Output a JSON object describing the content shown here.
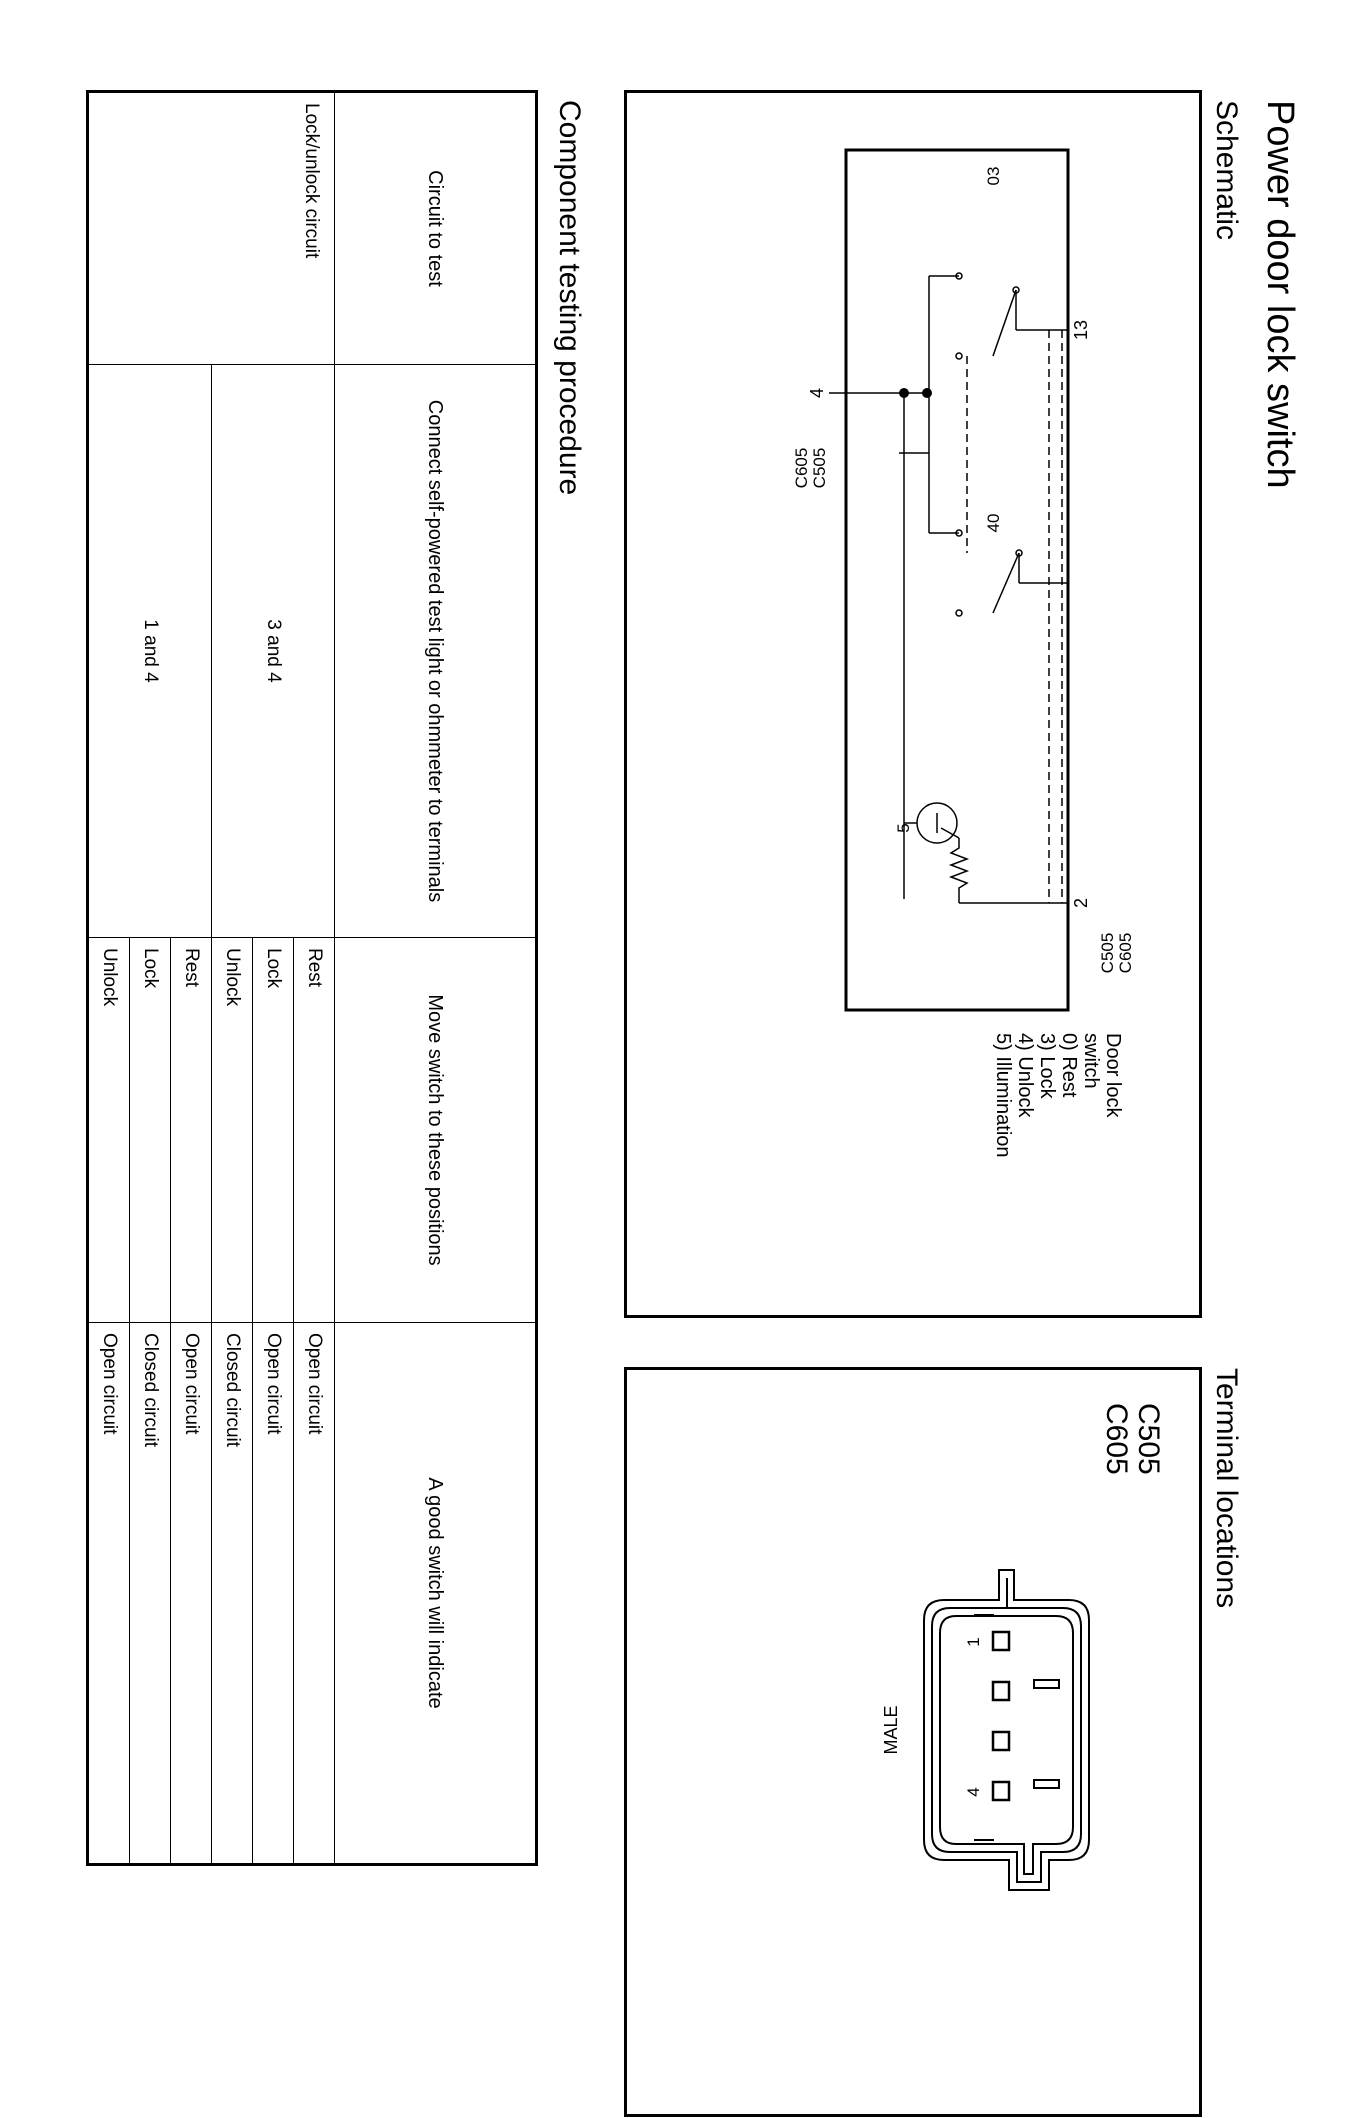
{
  "page": {
    "title": "Power door lock switch"
  },
  "schematic": {
    "heading": "Schematic",
    "terminal_13": "13",
    "terminal_2": "2",
    "terminal_4": "4",
    "label_03": "03",
    "label_40": "40",
    "label_5": "5",
    "conn_top_1": "C605",
    "conn_top_2": "C505",
    "conn_left_1": "C505",
    "conn_left_2": "C605",
    "legend": {
      "line1": "Door lock",
      "line2": "switch",
      "line3": "0)  Rest",
      "line4": "3)  Lock",
      "line5": "4)  Unlock",
      "line6": "5)  Illumination"
    }
  },
  "terminal_locations": {
    "heading": "Terminal locations",
    "connector_1": "C505",
    "connector_2": "C605",
    "pin_1": "1",
    "pin_4": "4",
    "gender": "MALE"
  },
  "testing": {
    "heading": "Component testing procedure",
    "headers": {
      "circuit": "Circuit to test",
      "terminals": "Connect self-powered test light or ohmmeter to terminals",
      "positions": "Move switch to these positions",
      "result": "A good switch will indicate"
    },
    "circuit_name": "Lock/unlock circuit",
    "groups": [
      {
        "terminals": "3 and 4",
        "rows": [
          {
            "position": "Rest",
            "result": "Open circuit"
          },
          {
            "position": "Lock",
            "result": "Open circuit"
          },
          {
            "position": "Unlock",
            "result": "Closed circuit"
          }
        ]
      },
      {
        "terminals": "1 and 4",
        "rows": [
          {
            "position": "Rest",
            "result": "Open circuit"
          },
          {
            "position": "Lock",
            "result": "Closed circuit"
          },
          {
            "position": "Unlock",
            "result": "Open circuit"
          }
        ]
      }
    ]
  }
}
